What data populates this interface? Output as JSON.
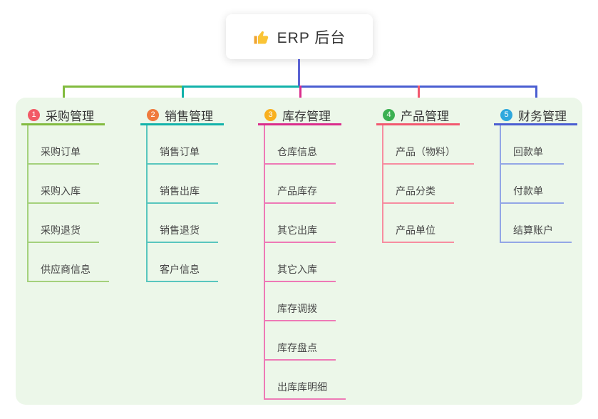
{
  "root": {
    "icon": "thumbs-up",
    "label": "ERP 后台"
  },
  "panel": {
    "bg": "#ecf7e9"
  },
  "connector": {
    "root_color": "#5b63d3"
  },
  "branches": [
    {
      "num": "1",
      "label": "采购管理",
      "color": "#82bb3f",
      "child_color": "#a4d17c",
      "badge_color": "#f25a66",
      "children": [
        "采购订单",
        "采购入库",
        "采购退货",
        "供应商信息"
      ]
    },
    {
      "num": "2",
      "label": "销售管理",
      "color": "#12b2aa",
      "child_color": "#58c6be",
      "badge_color": "#ef7a3d",
      "children": [
        "销售订单",
        "销售出库",
        "销售退货",
        "客户信息"
      ]
    },
    {
      "num": "3",
      "label": "库存管理",
      "color": "#da2d8c",
      "child_color": "#ee79b6",
      "badge_color": "#f8b01f",
      "children": [
        "仓库信息",
        "产品库存",
        "其它出库",
        "其它入库",
        "库存调拨",
        "库存盘点",
        "出库库明细"
      ]
    },
    {
      "num": "4",
      "label": "产品管理",
      "color": "#f2586f",
      "child_color": "#f78da0",
      "badge_color": "#3bb051",
      "children": [
        "产品（物料）",
        "产品分类",
        "产品单位"
      ]
    },
    {
      "num": "5",
      "label": "财务管理",
      "color": "#4a5ed1",
      "child_color": "#93a6e6",
      "badge_color": "#2ea8dd",
      "children": [
        "回款单",
        "付款单",
        "结算账户"
      ]
    }
  ]
}
